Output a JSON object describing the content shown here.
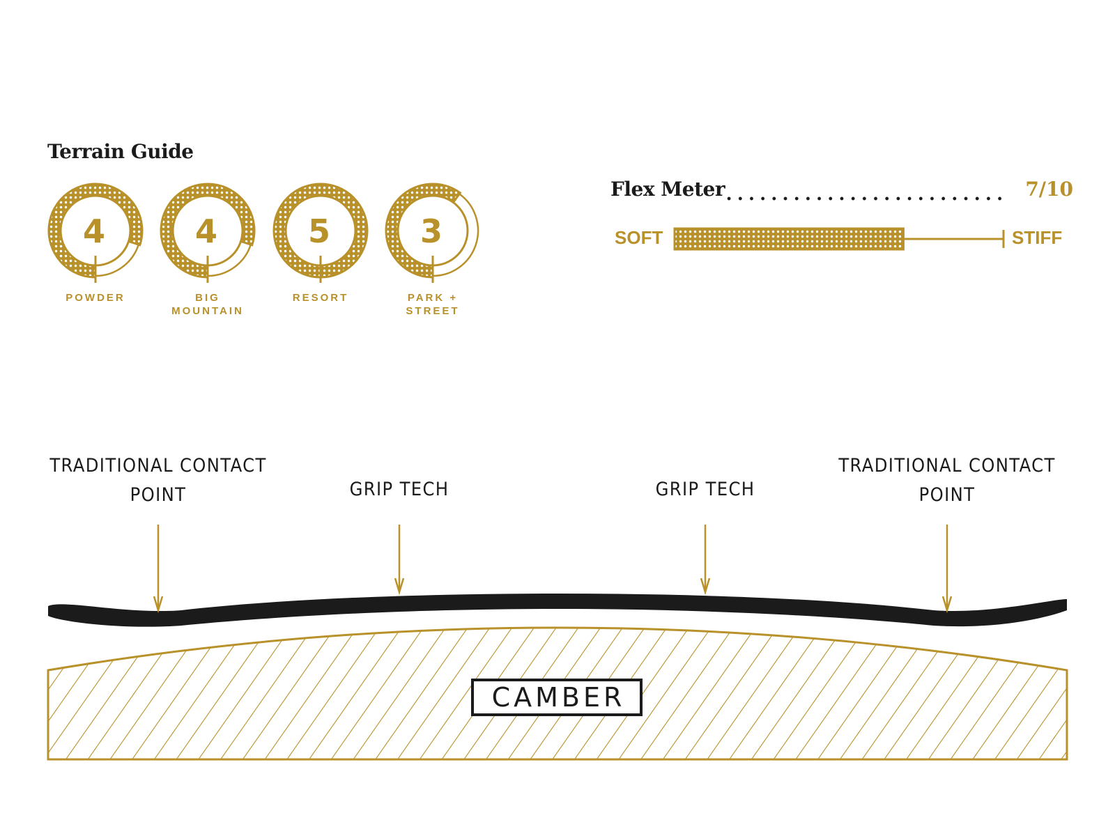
{
  "colors": {
    "gold": "#b8912a",
    "ink": "#1b1b1b",
    "background": "#ffffff"
  },
  "terrain_guide": {
    "title": "Terrain Guide",
    "max_rating": 5,
    "items": [
      {
        "rating": "4",
        "value": 4,
        "label": "POWDER"
      },
      {
        "rating": "4",
        "value": 4,
        "label": "BIG\nMOUNTAIN"
      },
      {
        "rating": "5",
        "value": 5,
        "label": "RESORT"
      },
      {
        "rating": "3",
        "value": 3,
        "label": "PARK +\nSTREET"
      }
    ]
  },
  "flex_meter": {
    "title": "Flex Meter",
    "value_text": "7/10",
    "value": 7,
    "max": 10,
    "soft_label": "SOFT",
    "stiff_label": "STIFF"
  },
  "profile": {
    "callouts": [
      {
        "text": "TRADITIONAL CONTACT\nPOINT"
      },
      {
        "text": "GRIP TECH"
      },
      {
        "text": "GRIP TECH"
      },
      {
        "text": "TRADITIONAL CONTACT\nPOINT"
      }
    ],
    "camber_label": "CAMBER"
  }
}
